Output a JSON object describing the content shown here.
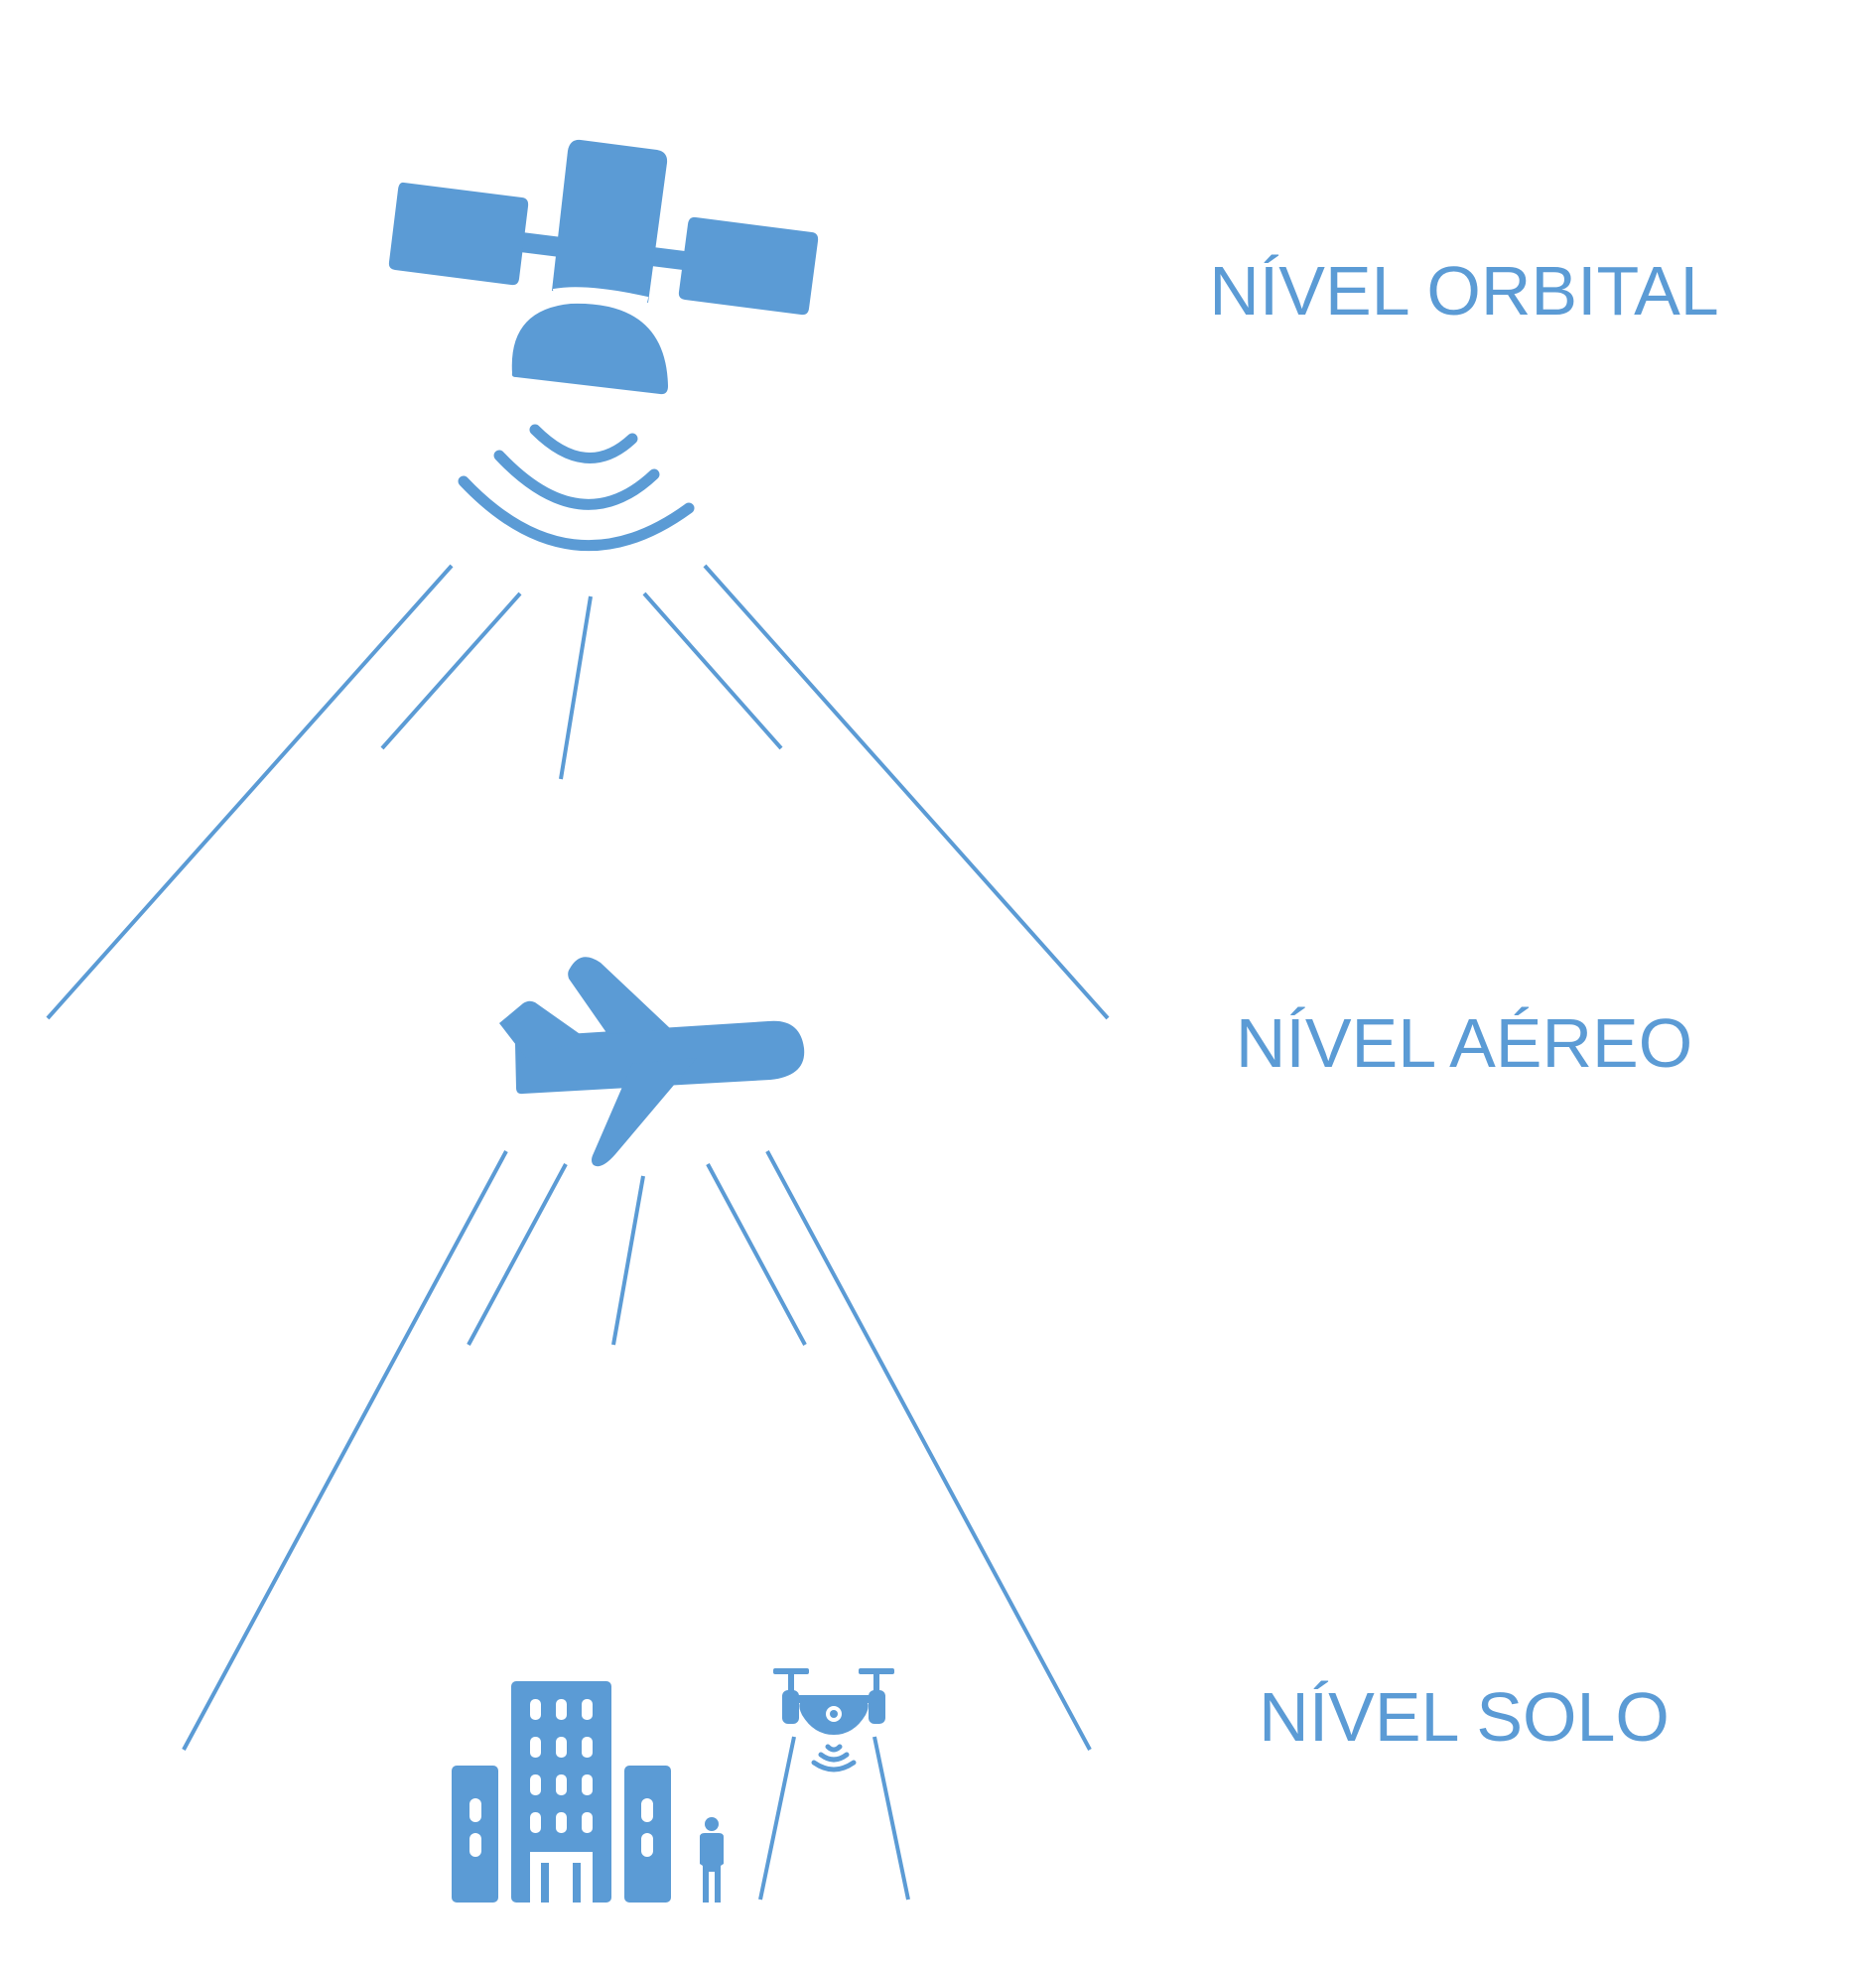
{
  "colors": {
    "accent": "#5b9bd5",
    "background": "#ffffff"
  },
  "levels": {
    "orbital": {
      "label": "NÍVEL ORBITAL",
      "icon": "satellite-icon"
    },
    "aereo": {
      "label": "NÍVEL AÉREO",
      "icon": "airplane-icon"
    },
    "solo": {
      "label": "NÍVEL SOLO",
      "icons": [
        "buildings-icon",
        "person-icon",
        "drone-icon"
      ]
    }
  }
}
